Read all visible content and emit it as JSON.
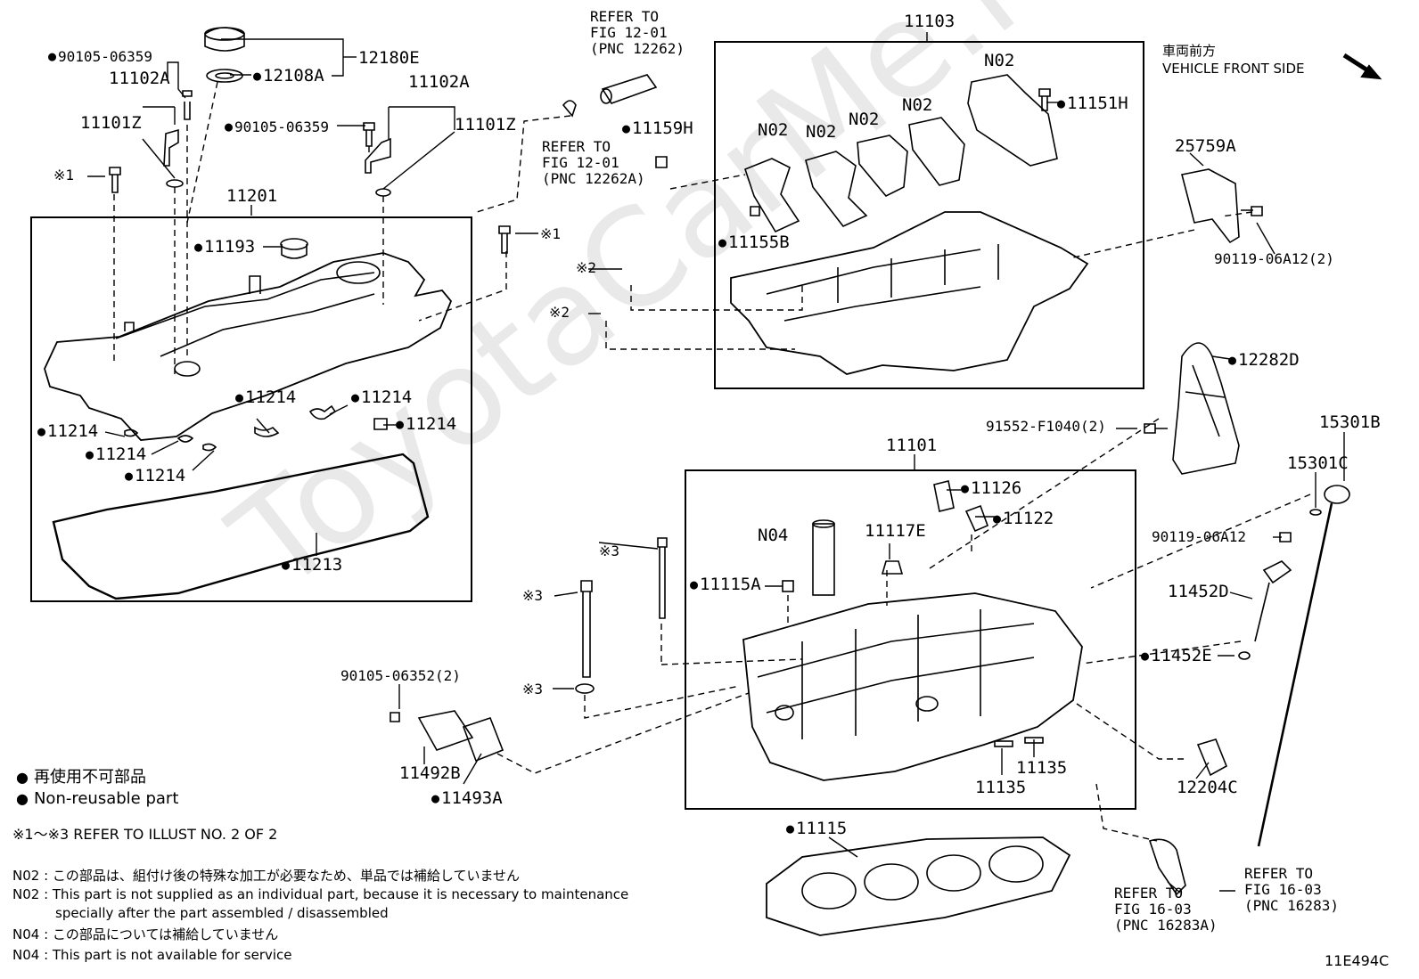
{
  "header": {
    "front_jp": "車両前方",
    "front_en": "VEHICLE FRONT SIDE"
  },
  "watermark": "ToyotaCarMe.ru",
  "refs": {
    "r1": [
      "REFER TO",
      "FIG 12-01",
      "(PNC 12262)"
    ],
    "r2": [
      "REFER TO",
      "FIG 12-01",
      "(PNC 12262A)"
    ],
    "r3": [
      "REFER TO",
      "FIG 16-03",
      "(PNC 16283A)"
    ],
    "r4": [
      "REFER TO",
      "FIG 16-03",
      "(PNC 16283)"
    ]
  },
  "labels": {
    "p90105_06359_a": "90105-06359",
    "p11102A_a": "11102A",
    "p11101Z_a": "11101Z",
    "p12180E": "12180E",
    "p12108A": "12108A",
    "p11102A_b": "11102A",
    "p90105_06359_b": "90105-06359",
    "p11101Z_b": "11101Z",
    "ref1_a": "※1",
    "ref1_b": "※1",
    "p11201": "11201",
    "p11193": "11193",
    "p11214_a": "11214",
    "p11214_b": "11214",
    "p11214_c": "11214",
    "p11214_d": "11214",
    "p11214_e": "11214",
    "p11214_f": "11214",
    "p11213": "11213",
    "p11159H": "11159H",
    "p11103": "11103",
    "n02_a": "N02",
    "n02_b": "N02",
    "n02_c": "N02",
    "n02_d": "N02",
    "n02_e": "N02",
    "p11151H": "11151H",
    "p11155B": "11155B",
    "ref2_a": "※2",
    "ref2_b": "※2",
    "p25759A": "25759A",
    "p90119_06A12_2": "90119-06A12(2)",
    "p12282D": "12282D",
    "p91552_F1040": "91552-F1040(2)",
    "p15301B": "15301B",
    "p15301C": "15301C",
    "p11101": "11101",
    "p11126": "11126",
    "p11122": "11122",
    "n04": "N04",
    "p11117E": "11117E",
    "p11115A": "11115A",
    "ref3_a": "※3",
    "ref3_b": "※3",
    "ref3_c": "※3",
    "p90119_06A12": "90119-06A12",
    "p11452D": "11452D",
    "p11452E": "11452E",
    "p90105_06352": "90105-06352(2)",
    "p11492B": "11492B",
    "p11493A": "11493A",
    "p11135_a": "11135",
    "p11135_b": "11135",
    "p12204C": "12204C",
    "p11115": "11115",
    "diagram_code": "11E494C"
  },
  "legend": {
    "jp": "再使用不可部品",
    "en": "Non-reusable part",
    "refer": "※1～※3  REFER TO ILLUST NO. 2 OF 2"
  },
  "notes": {
    "n02_jp": "N02 : この部品は、組付け後の特殊な加工が必要なため、単品では補給していません",
    "n02_en1": "N02 : This part is not supplied as an individual part, because it is necessary to maintenance",
    "n02_en2": "specially after the part assembled / disassembled",
    "n04_jp": "N04 : この部品については補給していません",
    "n04_en": "N04 : This part is not available for service"
  }
}
